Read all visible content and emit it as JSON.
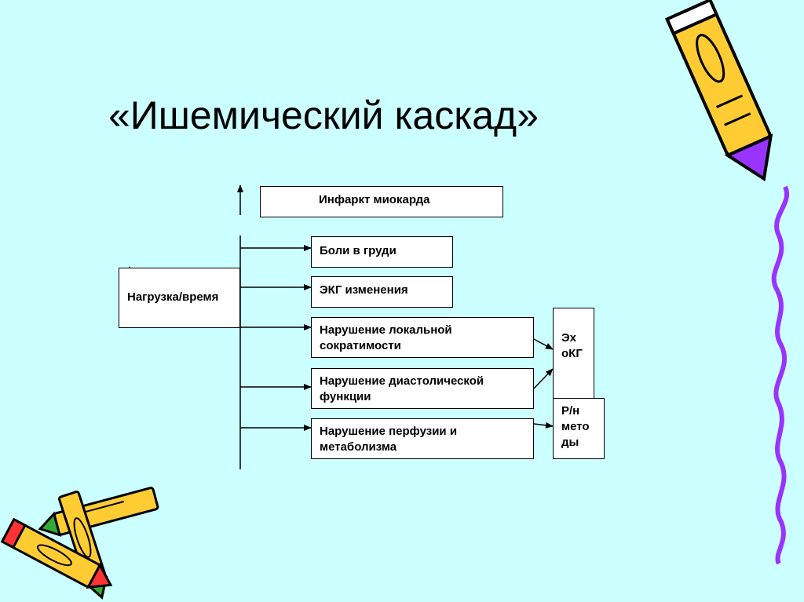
{
  "slide": {
    "title": "«Ишемический каскад»"
  },
  "diagram": {
    "infarct": "Инфаркт миокарда",
    "load_time": "Нагрузка/время",
    "chest_pain": "Боли в груди",
    "ecg": "ЭКГ изменения",
    "local_contractility": "Нарушение локальной\nсократимости",
    "diastolic": "Нарушение диастолической\nфункции",
    "perfusion": "Нарушение перфузии и\nметаболизма",
    "echo": "Эх\nоКГ",
    "radionuclide": "Р/н\nмето\nды"
  },
  "colors": {
    "background": "#ccffff",
    "pencil_body": "#ffcc33",
    "pencil_violet": "#9933ff"
  }
}
